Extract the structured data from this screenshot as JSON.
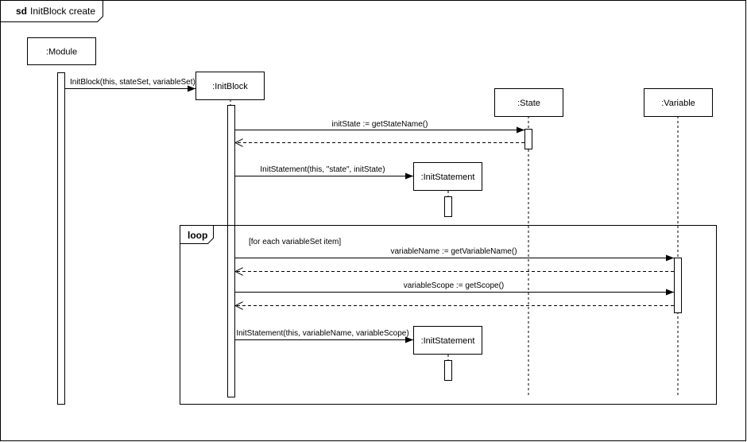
{
  "frame": {
    "keyword": "sd",
    "title": "InitBlock create"
  },
  "participants": {
    "module": ":Module",
    "initblock": ":InitBlock",
    "state": ":State",
    "variable": ":Variable",
    "initstatement_1": ":InitStatement",
    "initstatement_2": ":InitStatement"
  },
  "messages": {
    "create_initblock": "InitBlock(this, stateSet, variableSet)",
    "get_state_name": "initState := getStateName()",
    "create_initstatement_1": "InitStatement(this, \"state\", initState)",
    "get_variable_name": "variableName := getVariableName()",
    "get_scope": "variableScope := getScope()",
    "create_initstatement_2": "InitStatement(this, variableName, variableScope)"
  },
  "loop": {
    "label": "loop",
    "guard": "[for each variableSet item]"
  }
}
